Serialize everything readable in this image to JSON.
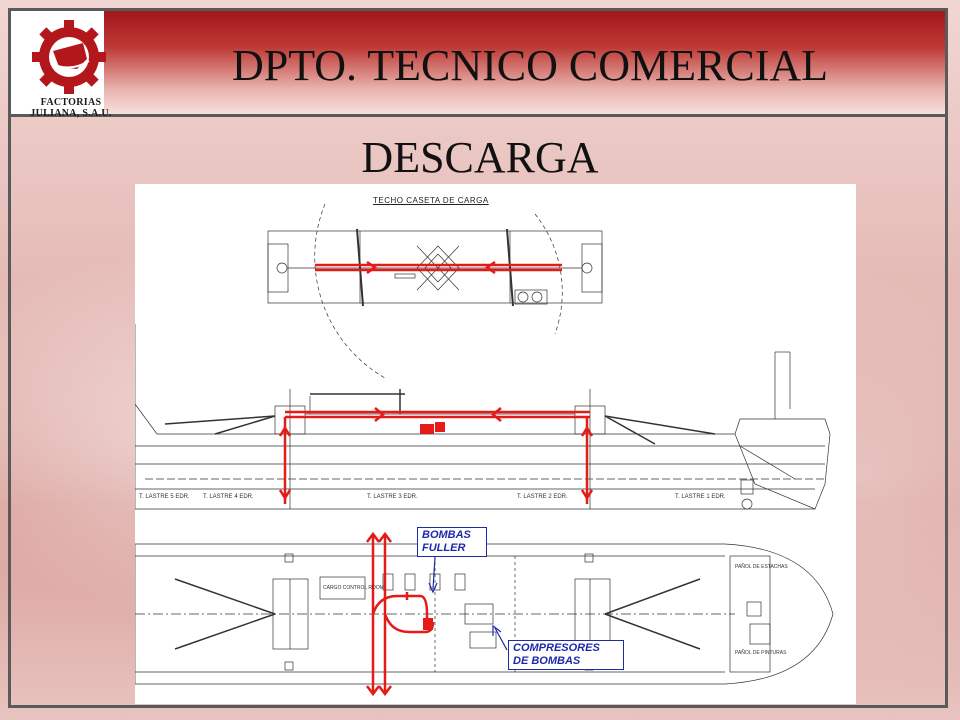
{
  "header": {
    "title": "DPTO. TECNICO COMERCIAL",
    "subtitle": "DESCARGA"
  },
  "logo": {
    "line1": "FACTORIAS",
    "line2": "JULIANA, S.A.U."
  },
  "drawing": {
    "section_title": "TECHO CASETA DE CARGA",
    "callouts": {
      "bombas": [
        "BOMBAS",
        "FULLER"
      ],
      "compresores": [
        "COMPRESORES",
        "DE BOMBAS"
      ]
    },
    "labels": {
      "tank_5": "T. LASTRE 5 EDR.",
      "tank_4": "T. LASTRE 4 EDR.",
      "tank_3": "T. LASTRE 3 EDR.",
      "tank_2": "T. LASTRE 2 EDR.",
      "tank_1": "T. LASTRE 1 EDR.",
      "control_room": "CARGO CONTROL ROOM",
      "panol_estachas": "PAÑOL DE ESTACHAS",
      "panol_pinturas": "PAÑOL DE PINTURAS"
    }
  },
  "colors": {
    "brand_red": "#a4161b",
    "flow_red": "#e41b17",
    "callout_blue": "#1d2aa8"
  }
}
